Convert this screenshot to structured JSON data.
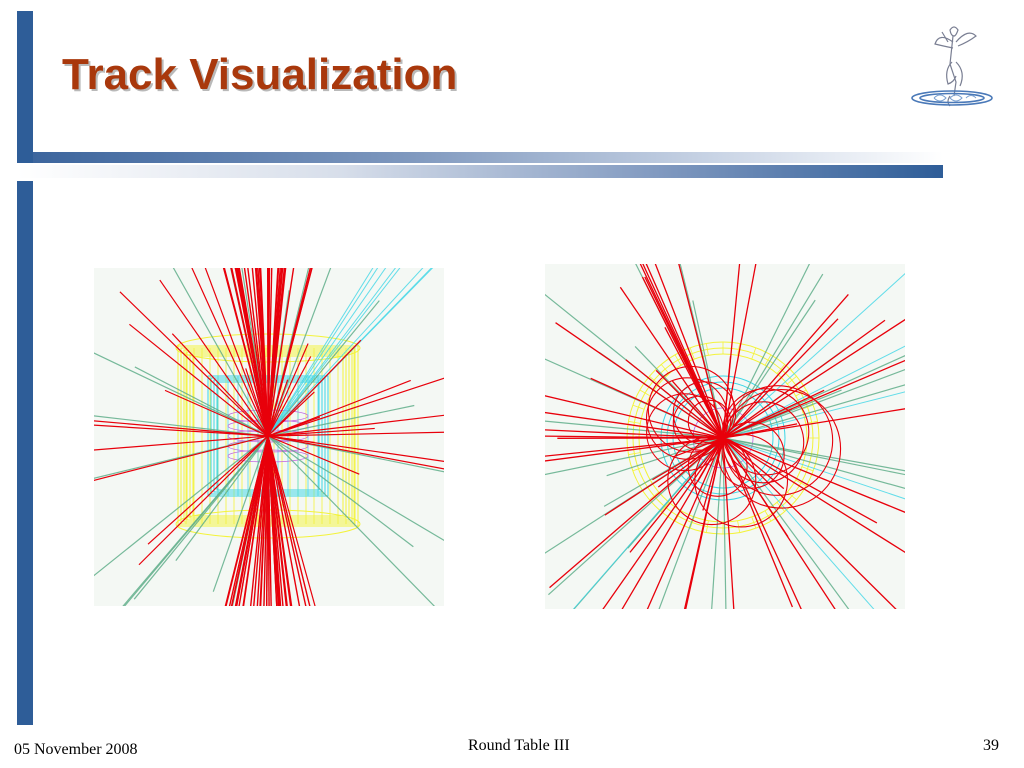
{
  "slide": {
    "title": "Track Visualization",
    "colors": {
      "title": "#a9380c",
      "accent_bar": "#2e5d98",
      "track_primary": "#e8000b",
      "track_secondary": "#5fae8a",
      "detector_outer": "#f3f33a",
      "detector_inner": "#3dd6e6",
      "detector_core": "#c060e0",
      "event_background": "#f4f8f4"
    }
  },
  "logo": {
    "icon": "winged-figure-logo-icon"
  },
  "figures": {
    "left": {
      "icon": "event-display-side-view-icon"
    },
    "right": {
      "icon": "event-display-end-view-icon"
    }
  },
  "footer": {
    "date": "05 November 2008",
    "center": "Round Table III",
    "page": "39"
  }
}
